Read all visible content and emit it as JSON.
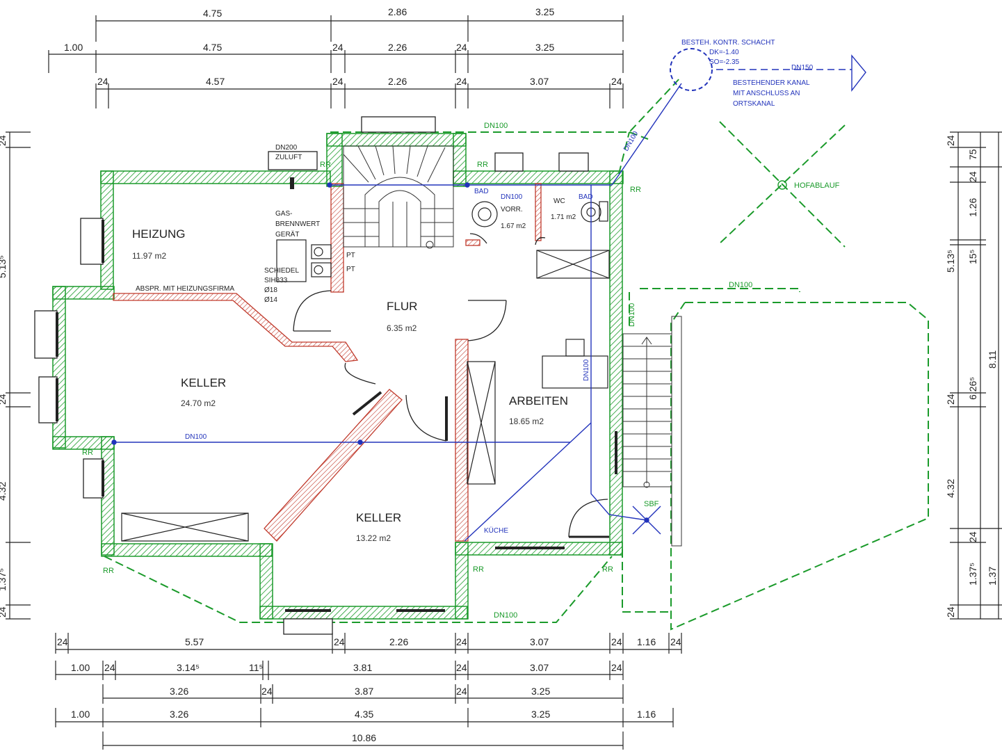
{
  "rooms": {
    "heizung": {
      "name": "HEIZUNG",
      "area": "11.97 m2"
    },
    "keller_big": {
      "name": "KELLER",
      "area": "24.70 m2"
    },
    "flur": {
      "name": "FLUR",
      "area": "6.35 m2"
    },
    "arbeiten": {
      "name": "ARBEITEN",
      "area": "18.65 m2"
    },
    "keller_small": {
      "name": "KELLER",
      "area": "13.22 m2"
    },
    "vorr": {
      "name": "VORR.",
      "area": "1.67 m2"
    },
    "wc": {
      "name": "WC",
      "area": "1.71 m2"
    },
    "bad_left": "BAD",
    "bad_right": "BAD",
    "kueche": "KÜCHE"
  },
  "notes": {
    "dn200": "DN200",
    "zuluft": "ZULUFT",
    "gas1": "GAS-",
    "gas2": "BRENNWERT",
    "gas3": "GERÄT",
    "schiedel1": "SCHIEDEL",
    "schiedel2": "SIH833",
    "schiedel3": "Ø18",
    "schiedel4": "Ø14",
    "pt1": "PT",
    "pt2": "PT",
    "abspr": "ABSPR. MIT HEIZUNGSFIRMA",
    "schacht1": "BESTEH. KONTR. SCHACHT",
    "schacht2": "DK=-1.40",
    "schacht3": "SO=-2.35",
    "kanal1": "BESTEHENDER KANAL",
    "kanal2": "MIT ANSCHLUSS AN",
    "kanal3": "ORTSKANAL",
    "hofablauf": "HOFABLAUF",
    "sbf": "SBF",
    "dn150": "DN150"
  },
  "pipes": {
    "dn100_a": "DN100",
    "dn100_b": "DN100",
    "dn100_c": "DN100",
    "dn100_d": "DN100",
    "dn100_e": "DN100",
    "dn100_f": "DN100",
    "dn100_g": "DN100",
    "dn100_h": "DN100",
    "dn100_i": "DN100",
    "rr1": "RR",
    "rr2": "RR",
    "rr3": "RR",
    "rr4": "RR",
    "rr5": "RR",
    "rr6": "RR",
    "rr7": "RR"
  },
  "dims_top": {
    "row1": [
      "4.75",
      "2.86",
      "3.25"
    ],
    "row2": [
      "1.00",
      "4.75",
      "24",
      "2.26",
      "24",
      "3.25"
    ],
    "row3": [
      "24",
      "4.57",
      "24",
      "2.26",
      "24",
      "3.07",
      "24"
    ]
  },
  "dims_bottom": {
    "row1": [
      "24",
      "5.57",
      "24",
      "2.26",
      "24",
      "3.07",
      "24",
      "1.16",
      "24"
    ],
    "row2": [
      "1.00",
      "24",
      "3.14⁵",
      "11⁵",
      "3.81",
      "24",
      "3.07",
      "24"
    ],
    "row3": [
      "3.26",
      "24",
      "3.87",
      "24",
      "3.25"
    ],
    "row4": [
      "1.00",
      "3.26",
      "4.35",
      "3.25",
      "1.16"
    ],
    "row5": [
      "10.86"
    ]
  },
  "dims_right": [
    "24",
    "75",
    "24",
    "1.26",
    "15⁵",
    "5.13⁵",
    "8.11",
    "24",
    "6.26⁵",
    "4.32",
    "24",
    "1.37⁵",
    "1.37",
    "24"
  ],
  "dims_left": [
    "24",
    "5.13⁵",
    "24",
    "4.32",
    "1.37⁵",
    "24"
  ],
  "colors": {
    "wall_green": "#1a9a2a",
    "wall_red": "#c0392b",
    "pipe_blue": "#2233bb",
    "line": "#222222"
  }
}
